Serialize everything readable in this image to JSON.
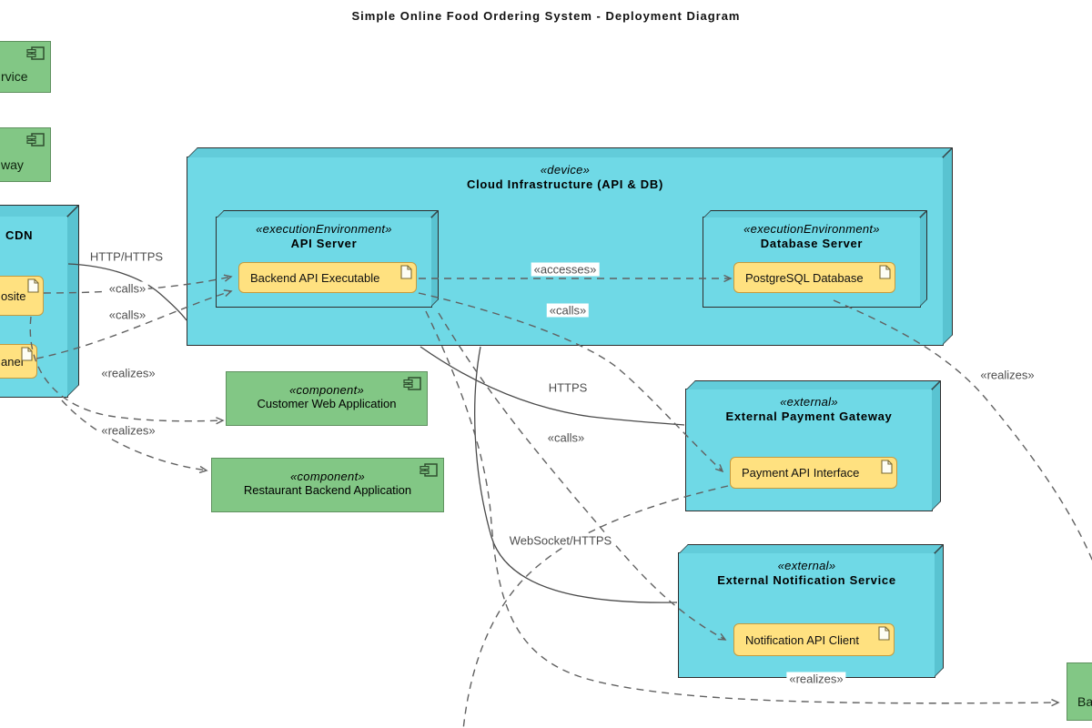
{
  "diagram_title": "Simple Online Food Ordering System - Deployment Diagram",
  "colors": {
    "node_fill": "#6fd9e6",
    "node_shade": "#59c3d1",
    "component_fill": "#82c785",
    "artifact_fill": "#ffe180",
    "artifact_border": "#c49b3f",
    "edge_color": "#616161"
  },
  "nodes": {
    "partial_top_1": {
      "visible_label": "rvice"
    },
    "partial_top_2": {
      "visible_label": "way"
    },
    "partial_bottom_right": {
      "visible_label": "Ba"
    },
    "cdn": {
      "title": "CDN",
      "artifact_website": "osite",
      "artifact_panel": "anel"
    },
    "cloud": {
      "stereotype": "«device»",
      "name": "Cloud Infrastructure (API & DB)"
    },
    "api_server": {
      "stereotype": "«executionEnvironment»",
      "name": "API Server",
      "artifact": "Backend API Executable"
    },
    "database_server": {
      "stereotype": "«executionEnvironment»",
      "name": "Database Server",
      "artifact": "PostgreSQL Database"
    },
    "payment_gateway": {
      "stereotype": "«external»",
      "name": "External Payment Gateway",
      "artifact": "Payment API Interface"
    },
    "notification_service": {
      "stereotype": "«external»",
      "name": "External Notification Service",
      "artifact": "Notification API Client"
    },
    "customer_web_app": {
      "stereotype": "«component»",
      "name": "Customer Web Application"
    },
    "restaurant_backend_app": {
      "stereotype": "«component»",
      "name": "Restaurant Backend Application"
    }
  },
  "edges": [
    {
      "label": "HTTP/HTTPS",
      "style": "solid",
      "from": "cdn",
      "to": "cloud-infrastructure"
    },
    {
      "label": "«calls»",
      "style": "dashed",
      "from": "cdn-website-artifact",
      "to": "backend-api-executable"
    },
    {
      "label": "«calls»",
      "style": "dashed",
      "from": "cdn-panel-artifact",
      "to": "backend-api-executable"
    },
    {
      "label": "«realizes»",
      "style": "dashed",
      "from": "cdn-website-artifact",
      "to": "customer-web-application"
    },
    {
      "label": "«realizes»",
      "style": "dashed",
      "from": "cdn-panel-artifact",
      "to": "restaurant-backend-application"
    },
    {
      "label": "«accesses»",
      "style": "dashed",
      "from": "backend-api-executable",
      "to": "postgresql-database"
    },
    {
      "label": "«calls»",
      "style": "dashed",
      "from": "backend-api-executable",
      "to": "payment-api-interface"
    },
    {
      "label": "HTTPS",
      "style": "solid",
      "from": "cloud-infrastructure",
      "to": "external-payment-gateway"
    },
    {
      "label": "«calls»",
      "style": "dashed",
      "from": "backend-api-executable",
      "to": "notification-api-client"
    },
    {
      "label": "WebSocket/HTTPS",
      "style": "solid",
      "from": "cloud-infrastructure",
      "to": "external-notification-service"
    },
    {
      "label": "«realizes»",
      "style": "dashed",
      "from": "postgresql-database",
      "to": "offscreen-right"
    },
    {
      "label": "«realizes»",
      "style": "dashed",
      "from": "backend-api-executable",
      "to": "partial-component-bottom-right"
    }
  ]
}
